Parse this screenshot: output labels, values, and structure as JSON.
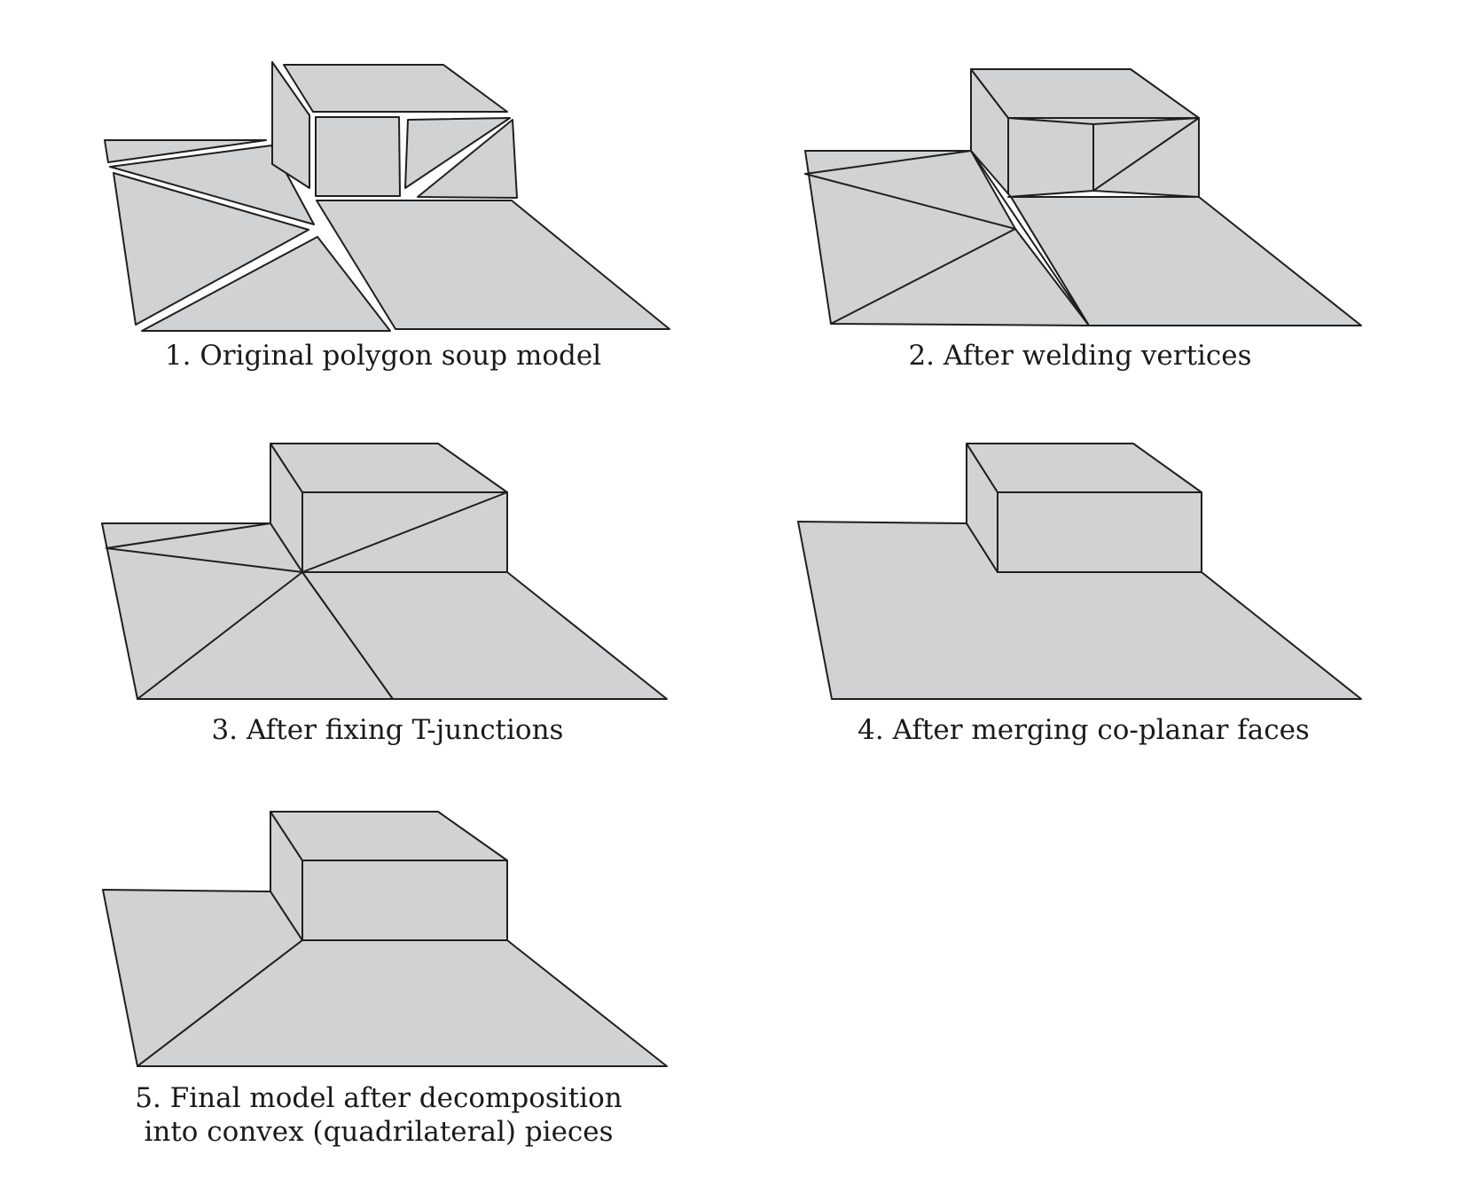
{
  "panels": [
    {
      "id": "panel-1",
      "caption": "1. Original polygon soup model"
    },
    {
      "id": "panel-2",
      "caption": "2. After welding vertices"
    },
    {
      "id": "panel-3",
      "caption": "3. After fixing T-junctions"
    },
    {
      "id": "panel-4",
      "caption": "4. After merging co-planar faces"
    },
    {
      "id": "panel-5",
      "caption_line1": "5. Final model after decomposition",
      "caption_line2": "into convex (quadrilateral) pieces"
    }
  ],
  "colors": {
    "face_fill": "#d1d2d4",
    "edge_stroke": "#1f1f1f",
    "background": "#ffffff"
  }
}
